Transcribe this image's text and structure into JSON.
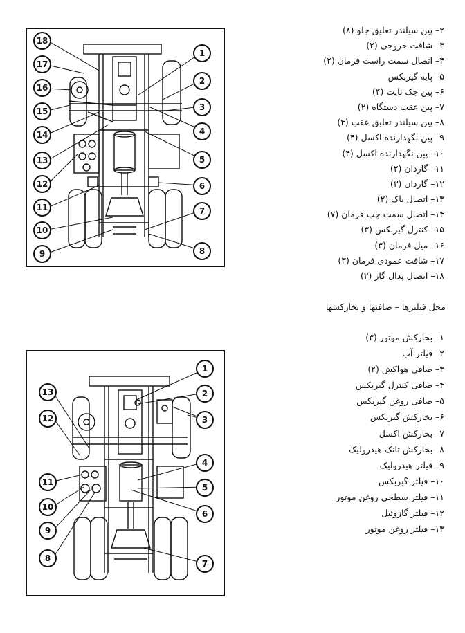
{
  "legend1": [
    "۲– پین سیلندر تعلیق جلو (۸)",
    "۳– شافت خروجی (۲)",
    "۴– اتصال سمت راست فرمان (۲)",
    "۵– پایه گیربکس",
    "۶– پین جک ثابت (۴)",
    "۷– پین عقب دستگاه (۲)",
    "۸– پین سیلندر تعلیق عقب (۴)",
    "۹– پین نگهدارنده اکسل (۴)",
    "۱۰– پین نگهدارنده اکسل (۴)",
    "۱۱– گاردان (۲)",
    "۱۲– گاردان (۳)",
    "۱۳– اتصال باک (۲)",
    "۱۴– اتصال سمت چپ فرمان (۷)",
    "۱۵– کنترل گیربکس (۳)",
    "۱۶– میل فرمان (۳)",
    "۱۷– شافت عمودی فرمان (۳)",
    "۱۸– اتصال پدال گاز (۲)"
  ],
  "heading2": "محل فیلترها – صافیها و بخارکشها",
  "legend2": [
    "۱– بخارکش موتور (۳)",
    "۲– فیلتر آب",
    "۳– صافی هواکش (۲)",
    "۴– صافی کنترل گیربکس",
    "۵– صافی روغن گیربکس",
    "۶– بخارکش گیربکس",
    "۷– بخارکش اکسل",
    "۸– بخارکش تانک هیدرولیک",
    "۹– فیلتر هیدرولیک",
    "۱۰– فیلتر گیربکس",
    "۱۱– فیلتر سطحی روغن موتور",
    "۱۲– فیلتر گازوئیل",
    "۱۳– فیلتر روغن موتور"
  ],
  "diagram1_callouts": [
    "18",
    "17",
    "16",
    "15",
    "14",
    "13",
    "12",
    "11",
    "10",
    "9",
    "1",
    "2",
    "3",
    "4",
    "5",
    "6",
    "7",
    "8"
  ],
  "diagram2_callouts": [
    "13",
    "12",
    "11",
    "10",
    "9",
    "8",
    "1",
    "2",
    "3",
    "4",
    "5",
    "6",
    "7"
  ]
}
